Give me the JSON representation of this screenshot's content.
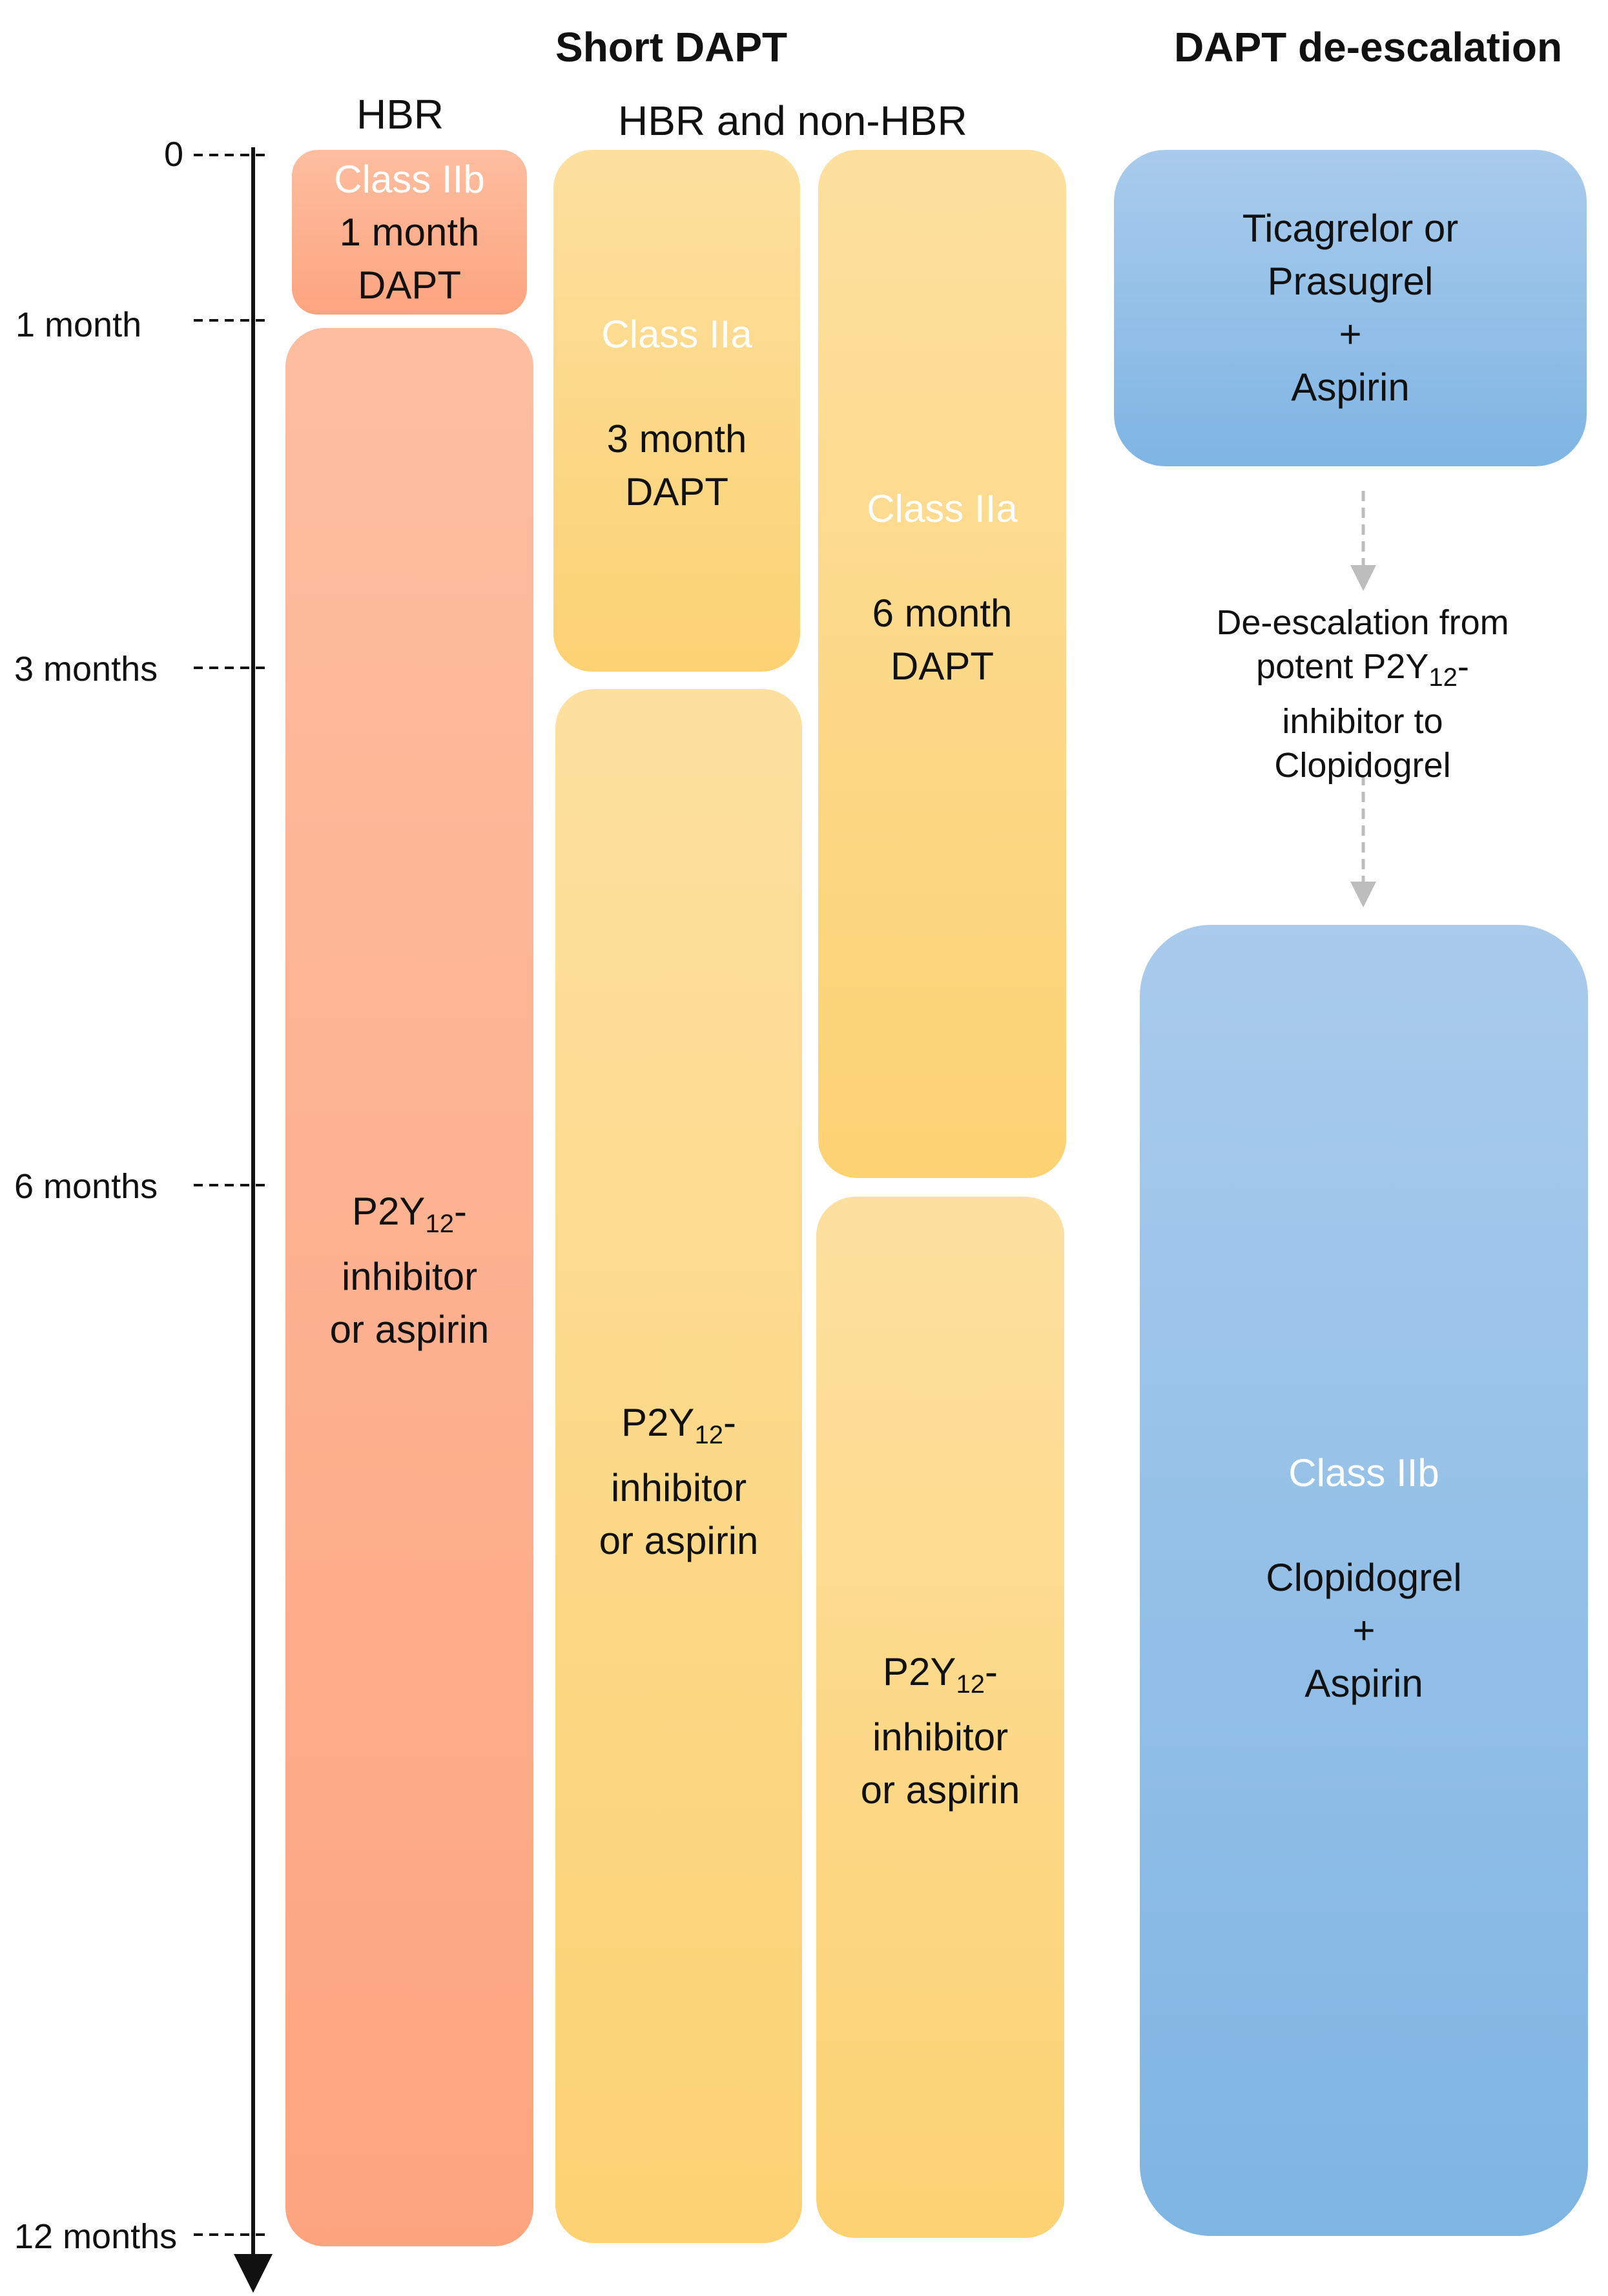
{
  "headings": {
    "short_dapt": "Short DAPT",
    "dapt_deescalation": "DAPT de-escalation",
    "hbr": "HBR",
    "hbr_and_non_hbr": "HBR and non-HBR"
  },
  "timeline": {
    "ticks": [
      "0",
      "1 month",
      "3 months",
      "6 months",
      "12 months"
    ]
  },
  "boxes": {
    "hbr_1month": {
      "class_label": "Class IIb",
      "line1": "1 month",
      "line2": "DAPT"
    },
    "hbr_mono": {
      "line1_prefix": "P2Y",
      "line1_sub": "12",
      "line1_suffix": "-",
      "line2": "inhibitor",
      "line3": "or aspirin"
    },
    "dapt_3month": {
      "class_label": "Class IIa",
      "line1": "3 month",
      "line2": "DAPT"
    },
    "mono_after_3": {
      "line1_prefix": "P2Y",
      "line1_sub": "12",
      "line1_suffix": "-",
      "line2": "inhibitor",
      "line3": "or aspirin"
    },
    "dapt_6month": {
      "class_label": "Class IIa",
      "line1": "6 month",
      "line2": "DAPT"
    },
    "mono_after_6": {
      "line1_prefix": "P2Y",
      "line1_sub": "12",
      "line1_suffix": "-",
      "line2": "inhibitor",
      "line3": "or aspirin"
    },
    "potent_dapt": {
      "line1": "Ticagrelor or",
      "line2": "Prasugrel",
      "line3": "+",
      "line4": "Aspirin"
    },
    "clopidogrel_dapt": {
      "class_label": "Class IIb",
      "line1": "Clopidogrel",
      "line2": "+",
      "line3": "Aspirin"
    }
  },
  "deescalation_note": {
    "line1": "De-escalation from",
    "line2_prefix": "potent P2Y",
    "line2_sub": "12",
    "line2_suffix": "-",
    "line3": "inhibitor to",
    "line4": "Clopidogrel"
  }
}
